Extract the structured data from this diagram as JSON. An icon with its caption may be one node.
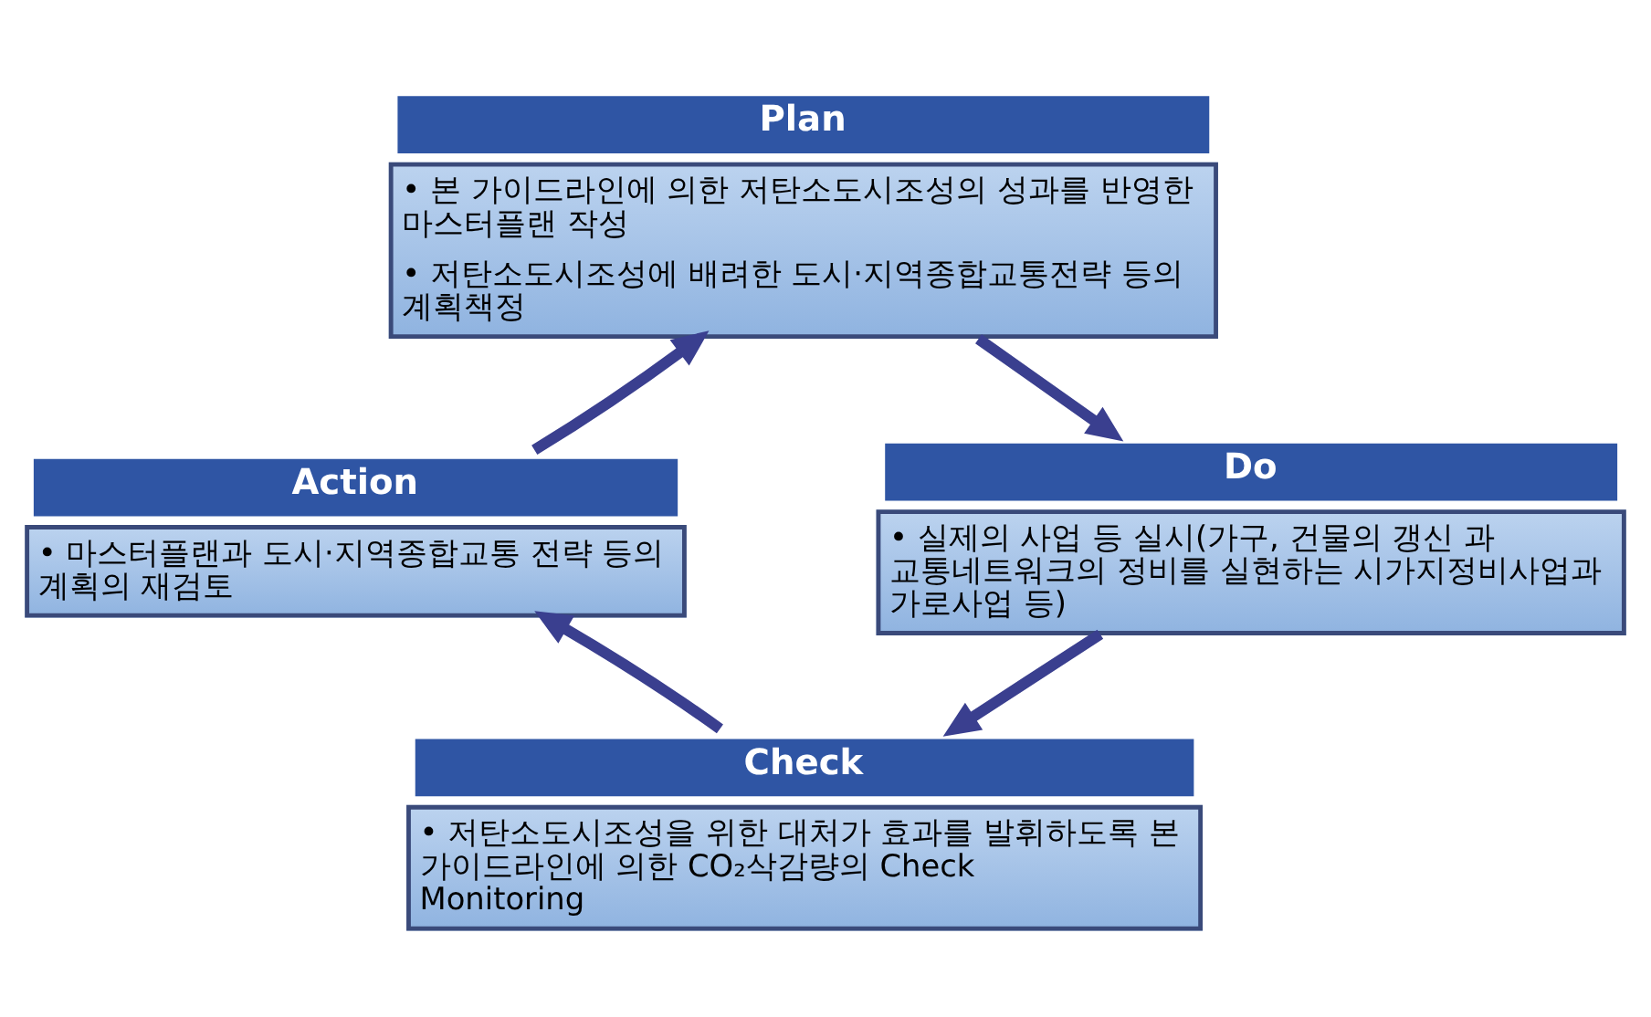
{
  "diagram": {
    "nodes": [
      {
        "text": [
          "Plan",
          "• 본 가이드라인에 의한 저탄소도시조성의 성과를 반영한 마스터플랜 작성",
          "• 저탄소도시조성에 배려한 도시·지역종합교통전략 등의 계획책정"
        ]
      },
      {
        "text": [
          "Do",
          "• 실제의 사업 등 실시(가구, 건물의 갱신 과 교통네트워크의 정비를 실현하는 시가지정비사업과 가로사업 등)"
        ]
      },
      {
        "text": [
          "Check",
          "• 저탄소도시조성을 위한 대처가 효과를 발휘하도록 본 가이드라인에 의한 CO₂삭감량의 Check Monitoring"
        ]
      },
      {
        "text": [
          "Action",
          "• 마스터플랜과 도시·지역종합교통 전략 등의 계획의 재검토"
        ]
      }
    ],
    "edges": [
      {
        "from": 0,
        "to": 1,
        "arrow": "to"
      },
      {
        "from": 1,
        "to": 2,
        "arrow": "to"
      },
      {
        "from": 2,
        "to": 3,
        "arrow": "to"
      },
      {
        "from": 3,
        "to": 0,
        "arrow": "to"
      }
    ]
  }
}
